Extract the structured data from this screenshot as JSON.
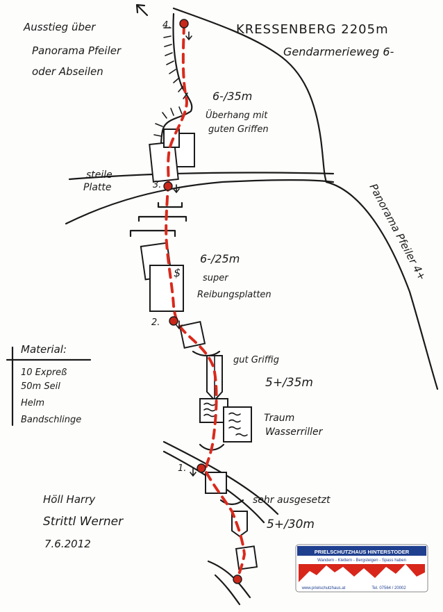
{
  "summit": {
    "title": "KRESSENBERG 2205m",
    "route_name": "Gendarmerieweg 6-"
  },
  "exit_note": [
    "Ausstieg über",
    "Panorama Pfeiler",
    "oder Abseilen"
  ],
  "side_route": "Panorama Pfeiler 4+",
  "pitches": [
    {
      "number": "4.",
      "grade": "6-/35m",
      "notes": [
        "Überhang mit",
        "guten Griffen"
      ]
    },
    {
      "number": "3.",
      "grade": "6-/25m",
      "notes": [
        "super",
        "Reibungsplatten"
      ]
    },
    {
      "number": "2.",
      "grade": "5+/35m",
      "notes": [
        "gut Griffig"
      ]
    },
    {
      "number": "1.",
      "grade": "5+/30m",
      "notes": [
        "sehr ausgesetzt"
      ]
    }
  ],
  "terrain_labels": {
    "steep_slab": [
      "steile",
      "Platte"
    ],
    "water_grooves": [
      "Traum",
      "Wasserriller"
    ]
  },
  "bolt_marker": "$",
  "material": {
    "title": "Material:",
    "items": [
      "10 Expreß",
      "50m Seil",
      "Helm",
      "Bandschlinge"
    ]
  },
  "authors": [
    "Höll Harry",
    "Strittl Werner"
  ],
  "date": "7.6.2012",
  "sponsor": {
    "name": "PRIELSCHUTZHAUS HINTERSTODER",
    "tagline": "Wandern - Klettern - Bergsteigen - Spass haben",
    "website": "www.prielschutzhaus.at",
    "phone": "Tel. 07564 / 20002"
  },
  "colors": {
    "route": "#d92a1c",
    "ink": "#1a1a1a",
    "sponsor_bg": "#d8261b"
  }
}
